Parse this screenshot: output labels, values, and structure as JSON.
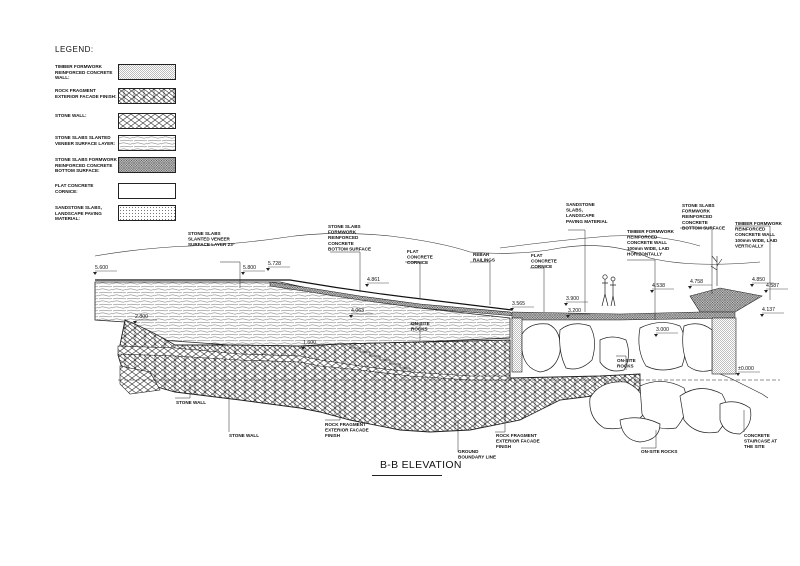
{
  "legend": {
    "title": "LEGEND:",
    "items": [
      {
        "text": "TIMBER FORMWORK REINFORCED CONCRETE WALL:",
        "pattern": "timber"
      },
      {
        "text": "ROCK FRAGMENT EXTERIOR FACADE FINISH:",
        "pattern": "rock"
      },
      {
        "text": "STONE WALL:",
        "pattern": "stonewall"
      },
      {
        "text": "STONE SLABS SLANTED VENEER SURFACE LAYER:",
        "pattern": "slanted"
      },
      {
        "text": "STONE SLABS FORMWORK REINFORCED CONCRETE BOTTOM SURFACE:",
        "pattern": "dense"
      },
      {
        "text": "FLAT CONCRETE CORNICE:",
        "pattern": "blank"
      },
      {
        "text": "SANDSTONE SLABS, LANDSCAPE PAVING MATERIAL:",
        "pattern": "dots"
      }
    ]
  },
  "drawing_title": "B-B ELEVATION",
  "levels": {
    "l5600": "5.600",
    "l5800": "5.800",
    "l5728": "5.728",
    "l4861": "4.861",
    "l4063": "4.063",
    "l2800": "2.800",
    "l1600": "1.600",
    "l3565": "3.565",
    "l3900": "3.900",
    "l3200": "3.200",
    "l4538": "4.538",
    "l4758": "4.758",
    "l4850": "4.850",
    "l4587": "4.587",
    "l4137": "4.137",
    "l3000": "3.000",
    "l0000": "±0.000"
  },
  "labels": {
    "stone_slabs_slanted": [
      "STONE SLABS",
      "SLANTED VENEER",
      "SURFACE LAYER 23°"
    ],
    "stone_slabs_formwork_1": [
      "STONE SLABS",
      "FORMWORK",
      "REINFORCED",
      "CONCRETE",
      "BOTTOM SURFACE"
    ],
    "flat_cornice_1": [
      "FLAT",
      "CONCRETE",
      "CORNICE"
    ],
    "rebar_railings": [
      "REBAR",
      "RAILINGS"
    ],
    "flat_cornice_2": [
      "FLAT",
      "CONCRETE",
      "CORNICE"
    ],
    "sandstone_slabs": [
      "SANDSTONE",
      "SLABS,",
      "LANDSCAPE",
      "PAVING MATERIAL"
    ],
    "timber_formwork_1": [
      "TIMBER FORMWORK",
      "REINFORCED",
      "CONCRETE WALL",
      "100mm WIDE, LAID",
      "HORIZONTALLY"
    ],
    "stone_slabs_formwork_2": [
      "STONE SLABS",
      "FORMWORK",
      "REINFORCED",
      "CONCRETE",
      "BOTTOM SURFACE"
    ],
    "timber_formwork_2": [
      "TIMBER FORMWORK",
      "REINFORCED",
      "CONCRETE WALL",
      "100mm WIDE, LAID",
      "VERTICALLY"
    ],
    "onsite_rocks_1": [
      "ON-SITE",
      "ROCKS"
    ],
    "onsite_rocks_2": [
      "ON-SITE",
      "ROCKS"
    ],
    "onsite_rocks_3": [
      "ON-SITE ROCKS"
    ],
    "stone_wall_1": [
      "STONE WALL"
    ],
    "stone_wall_2": [
      "STONE WALL"
    ],
    "rock_fragment_1": [
      "ROCK FRAGMENT",
      "EXTERIOR FACADE",
      "FINISH"
    ],
    "ground_boundary": [
      "GROUND",
      "BOUNDARY LINE"
    ],
    "rock_fragment_2": [
      "ROCK FRAGMENT",
      "EXTERIOR FACADE",
      "FINISH"
    ],
    "concrete_staircase": [
      "CONCRETE",
      "STAIRCASE AT",
      "THE SITE"
    ]
  }
}
